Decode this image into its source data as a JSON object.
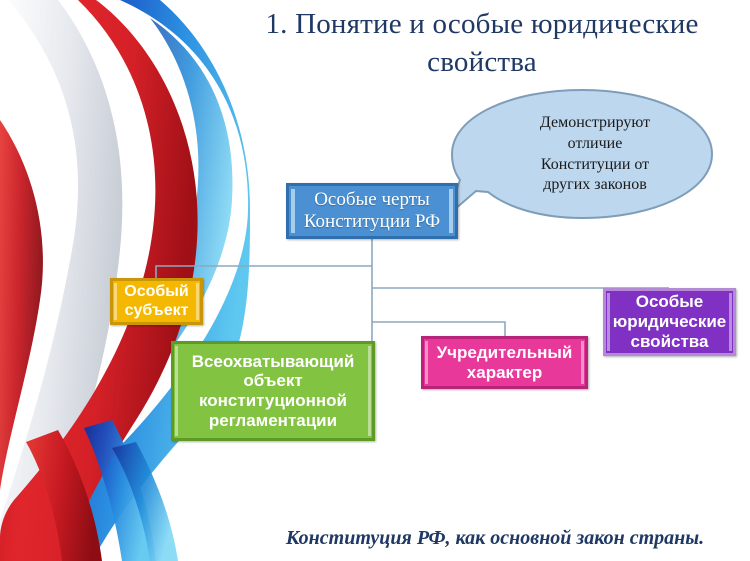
{
  "slide": {
    "title": "1. Понятие и особые юридические свойства",
    "caption": "Конституция РФ, как основной закон страны."
  },
  "diagram": {
    "root": {
      "label": "Особые черты\nКонституции РФ",
      "color": "#4a90d2"
    },
    "callout": {
      "label": "Демонстрируют\nотличие\nКонституции от\nдругих законов",
      "fill": "#bdd7ee",
      "stroke": "#7f9db9"
    },
    "nodes": [
      {
        "id": "subject",
        "label": "Особый\nсубъект",
        "color": "#f5b800",
        "border": "#c9960a"
      },
      {
        "id": "object",
        "label": "Всеохватывающий\nобъект\nконституционной\nрегламентации",
        "color": "#82c341",
        "border": "#5f9a27"
      },
      {
        "id": "character",
        "label": "Учредительный\nхарактер",
        "color": "#e8399b",
        "border": "#b8247a"
      },
      {
        "id": "properties",
        "label": "Особые\nюридические\nсвойства",
        "color": "#8031c4",
        "border": "#b48ad6"
      }
    ],
    "connector_color": "#8ba9bf"
  },
  "decoration": {
    "ribbon_name": "russian-tricolor-ribbon",
    "colors": {
      "red": "#d42027",
      "blue": "#1a52c4",
      "cyan": "#1e9fe0",
      "white": "#f2f4f7"
    },
    "title_color": "#1f3864"
  }
}
